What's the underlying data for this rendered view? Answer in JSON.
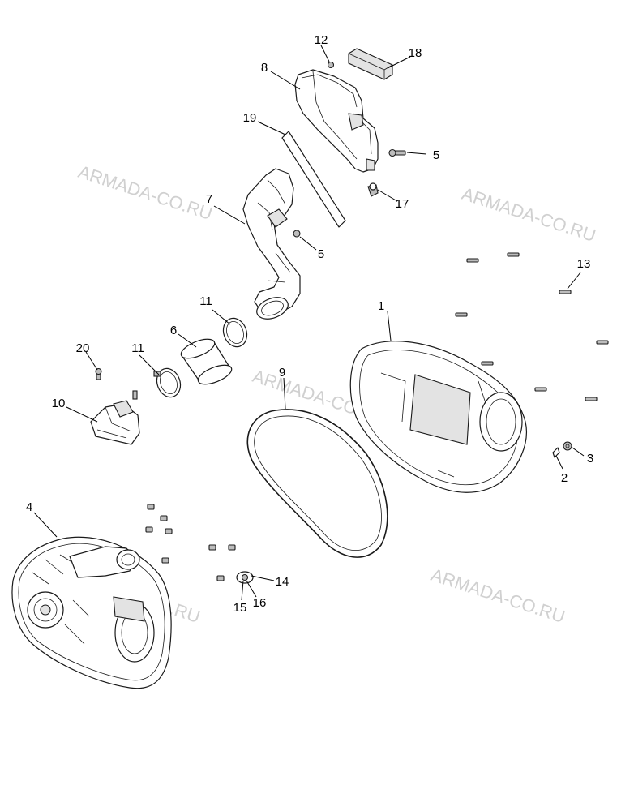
{
  "watermarks": [
    "ARMADA-CO.RU",
    "ARMADA-CO.RU",
    "ARMADA-CO.RU",
    "ARMADA-CO.RU",
    "ARMADA-CO.RU"
  ],
  "callouts": [
    "1",
    "2",
    "3",
    "4",
    "5",
    "5",
    "6",
    "7",
    "8",
    "9",
    "10",
    "11",
    "11",
    "12",
    "13",
    "14",
    "15",
    "16",
    "17",
    "18",
    "19",
    "20"
  ]
}
